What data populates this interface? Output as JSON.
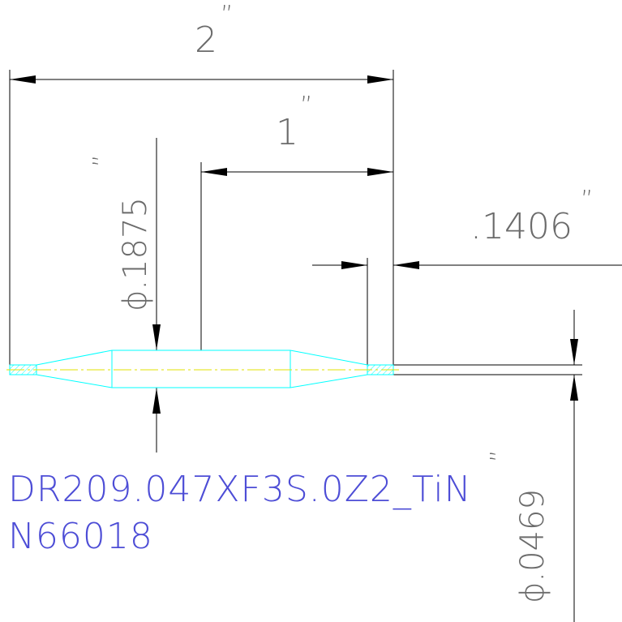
{
  "drawing": {
    "dimensions": {
      "overall_length": "2",
      "flute_length": "1",
      "shank_diameter": "ϕ.1875",
      "point_length": ".1406",
      "point_diameter": "ϕ.0469",
      "inch_mark": "”"
    },
    "part_number": "DR209.047XF3S.0Z2_TiN",
    "part_id": "N66018",
    "colors": {
      "dimension_lines": "#000000",
      "tool_outline": "#00ffff",
      "centerline": "#e0e000",
      "label_text": "#4d4dd6",
      "dim_text": "#6b6b6b"
    }
  }
}
